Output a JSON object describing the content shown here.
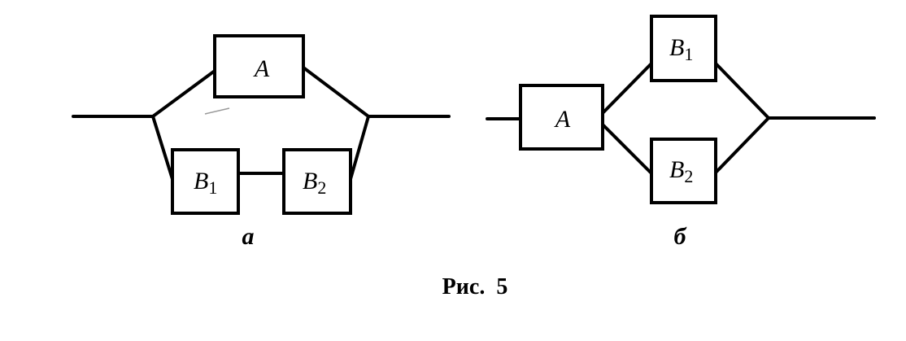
{
  "diagram_a": {
    "label": "а",
    "block_top": "A",
    "block_b1": {
      "letter": "B",
      "index": "1"
    },
    "block_b2": {
      "letter": "B",
      "index": "2"
    }
  },
  "diagram_b": {
    "label": "б",
    "block_a": "A",
    "block_b1": {
      "letter": "B",
      "index": "1"
    },
    "block_b2": {
      "letter": "B",
      "index": "2"
    }
  },
  "caption": "Рис.  5"
}
